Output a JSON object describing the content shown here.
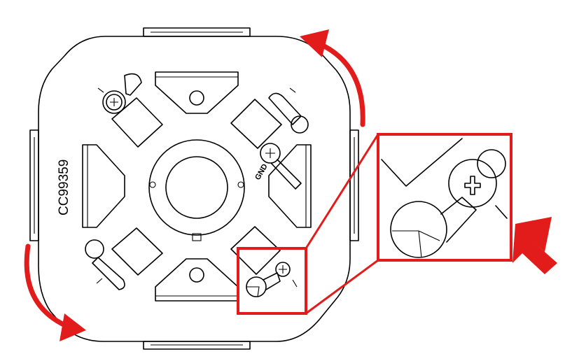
{
  "diagram": {
    "model_code": "CC99359",
    "ground_label": "GND",
    "colors": {
      "highlight": "#e21b1b",
      "line": "#000000",
      "background": "#ffffff"
    },
    "icons": [
      "rotate-counterclockwise-arrow",
      "rotate-arrow",
      "pointer-arrow",
      "phillips-screw-icon"
    ]
  }
}
